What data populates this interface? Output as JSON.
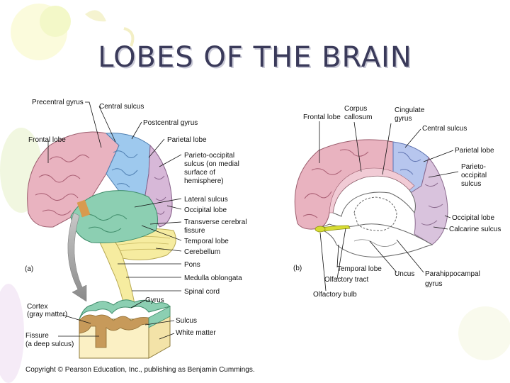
{
  "slide": {
    "title": "LOBES OF THE BRAIN",
    "copyright": "Copyright © Pearson Education, Inc., publishing as Benjamin Cummings."
  },
  "figure_a": {
    "panel_label": "(a)",
    "labels": {
      "precentral_gyrus": "Precentral gyrus",
      "central_sulcus": "Central sulcus",
      "postcentral_gyrus": "Postcentral gyrus",
      "frontal_lobe": "Frontal lobe",
      "parietal_lobe": "Parietal lobe",
      "parieto_occipital_1": "Parieto-occipital",
      "parieto_occipital_2": "sulcus (on medial",
      "parieto_occipital_3": "surface of",
      "parieto_occipital_4": "hemisphere)",
      "lateral_sulcus": "Lateral sulcus",
      "occipital_lobe": "Occipital lobe",
      "transverse_1": "Transverse cerebral",
      "transverse_2": "fissure",
      "temporal_lobe": "Temporal lobe",
      "cerebellum": "Cerebellum",
      "pons": "Pons",
      "medulla": "Medulla oblongata",
      "spinal_cord": "Spinal cord"
    },
    "inset_labels": {
      "cortex_1": "Cortex",
      "cortex_2": "(gray matter)",
      "gyrus": "Gyrus",
      "sulcus": "Sulcus",
      "fissure_1": "Fissure",
      "fissure_2": "(a deep sulcus)",
      "white_matter": "White matter"
    }
  },
  "figure_b": {
    "panel_label": "(b)",
    "labels": {
      "frontal_lobe": "Frontal lobe",
      "corpus_1": "Corpus",
      "corpus_2": "callosum",
      "cingulate_1": "Cingulate",
      "cingulate_2": "gyrus",
      "central_sulcus": "Central sulcus",
      "parietal_lobe": "Parietal lobe",
      "parieto_1": "Parieto-",
      "parieto_2": "occipital",
      "parieto_3": "sulcus",
      "occipital_lobe": "Occipital lobe",
      "calcarine_sulcus": "Calcarine sulcus",
      "temporal_lobe": "Temporal lobe",
      "uncus": "Uncus",
      "parahippocampal_1": "Parahippocampal",
      "parahippocampal_2": "gyrus",
      "olfactory_tract": "Olfactory tract",
      "olfactory_bulb": "Olfactory bulb"
    }
  },
  "colors": {
    "frontal": "#e9b3c0",
    "parietal": "#9ec9ee",
    "occipital": "#d7b8d8",
    "temporal": "#8ccfb2",
    "cerebellum": "#f6eca0",
    "cortex_gray": "#c79a5a",
    "white_matter": "#fbf0c4",
    "olfactory": "#d8dd33"
  }
}
